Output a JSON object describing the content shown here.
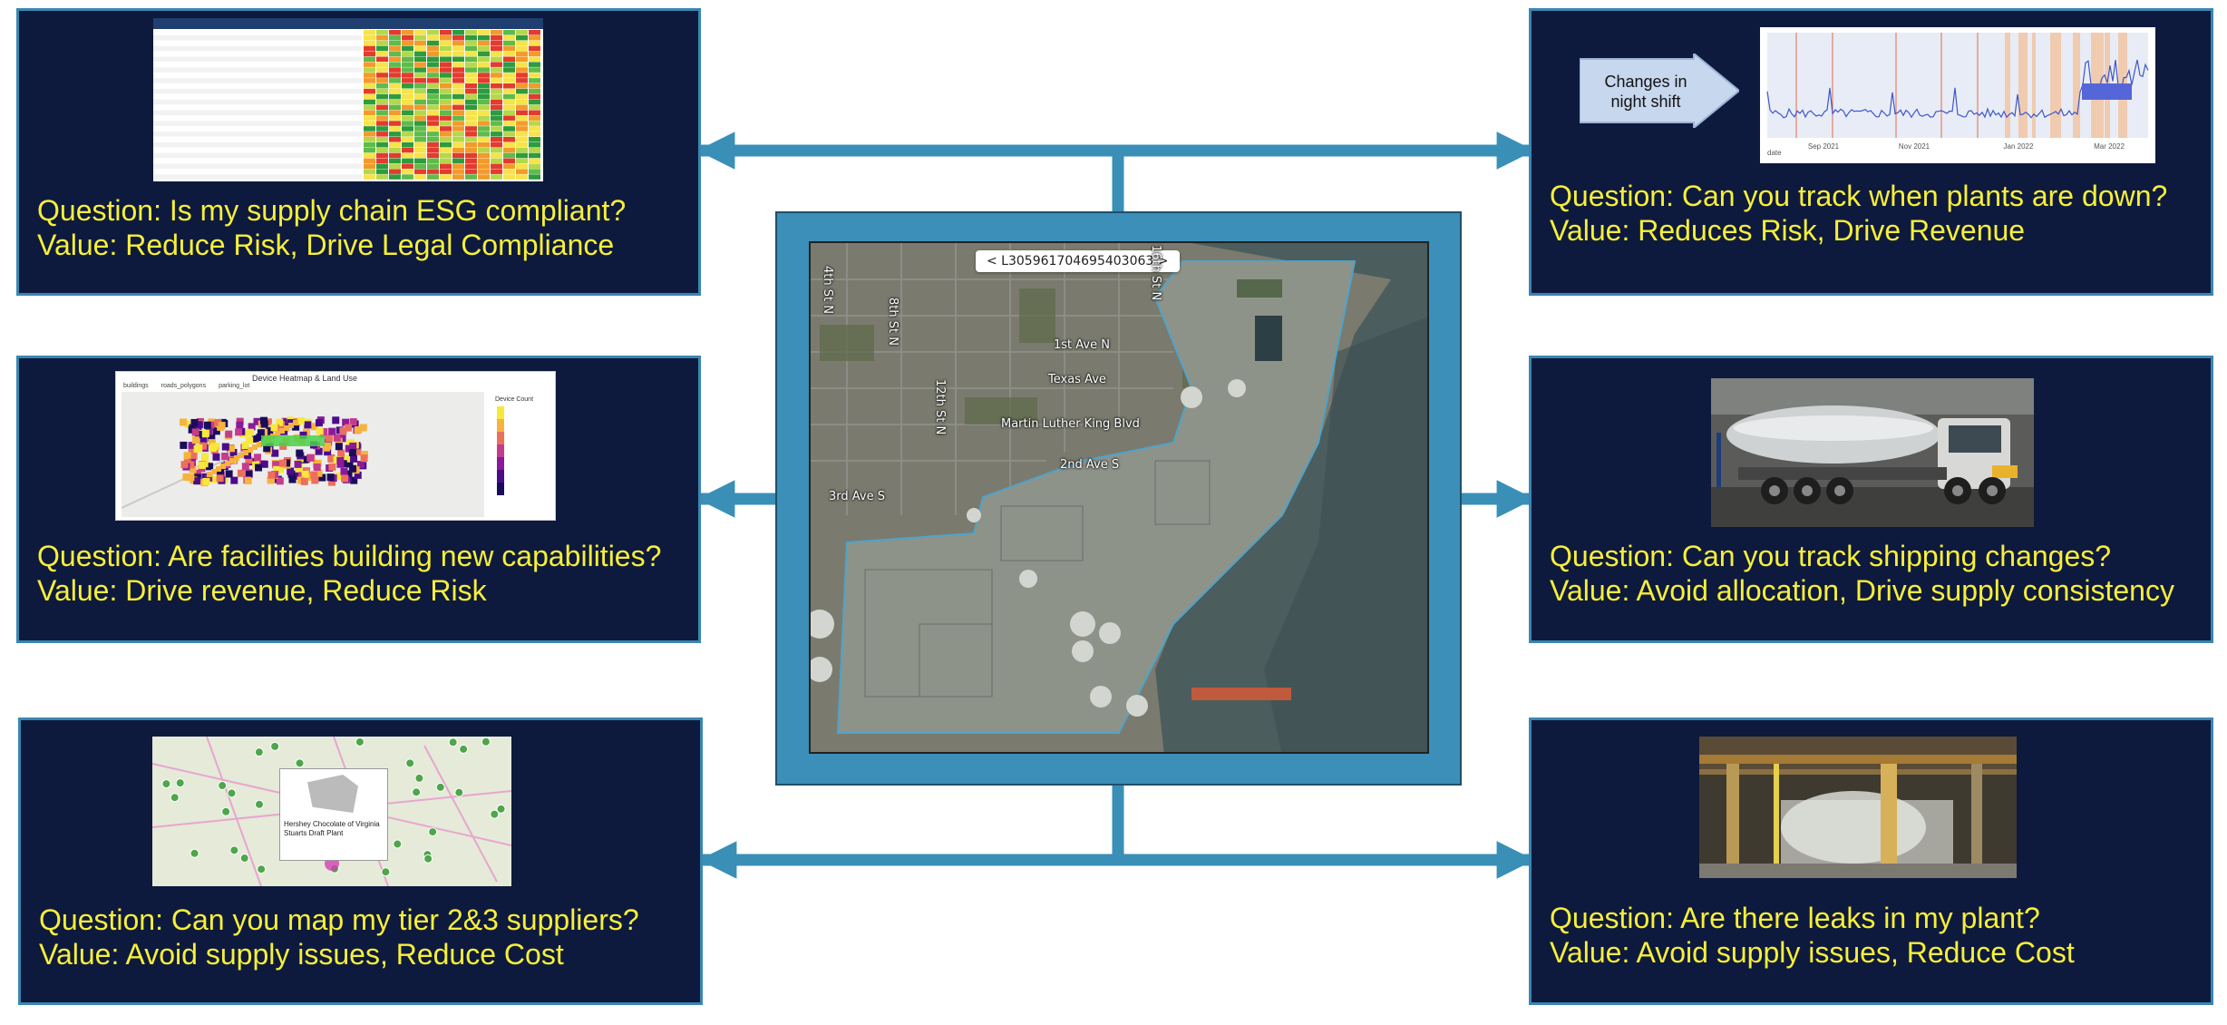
{
  "center": {
    "map_id": "< L305961704695403063 >",
    "streets": [
      "1st Ave N",
      "Texas Ave",
      "Martin Luther King Blvd",
      "2nd Ave S",
      "3rd Ave S",
      "4th St N",
      "8th St N",
      "12th St N",
      "16th St N"
    ]
  },
  "panels": [
    {
      "question": "Question: Is my supply chain ESG compliant?",
      "value": "Value: Reduce Risk, Drive Legal Compliance"
    },
    {
      "question": "Question: Are facilities building new capabilities?",
      "value": "Value: Drive revenue, Reduce Risk"
    },
    {
      "question": "Question: Can you map my tier 2&3 suppliers?",
      "value": "Value: Avoid supply issues, Reduce Cost"
    },
    {
      "question": "Question: Can you track when plants are down?",
      "value": "Value: Reduces Risk, Drive Revenue"
    },
    {
      "question": "Question: Can you track shipping changes?",
      "value": "Value: Avoid allocation, Drive supply consistency"
    },
    {
      "question": "Question: Are there leaks in my plant?",
      "value": "Value: Avoid supply issues, Reduce Cost"
    }
  ],
  "callout": {
    "text": "Changes in night shift"
  },
  "heatmap": {
    "title": "Device Heatmap & Land Use",
    "legend": [
      "buildings",
      "roads_polygons",
      "parking_lot"
    ],
    "colorbar_title": "Device Count"
  },
  "timeseries": {
    "ticks": [
      "Sep 2021",
      "Nov 2021",
      "Jan 2022",
      "Mar 2022"
    ],
    "xlabel": "date"
  },
  "supplier_map": {
    "label": "Hershey Chocolate of Virginia Stuarts Draft Plant"
  },
  "colors": {
    "panel_bg": "#0e1a3d",
    "panel_border": "#3a86b0",
    "text": "#f7ef3a",
    "arrow": "#3a8fb7"
  }
}
